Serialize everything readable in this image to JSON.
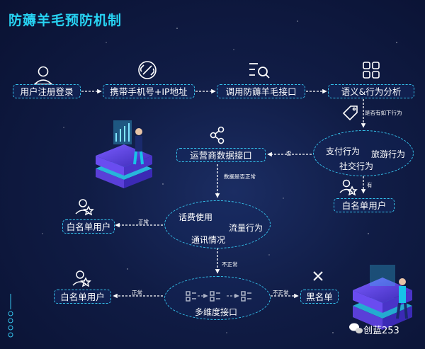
{
  "title": "防薅羊毛预防机制",
  "nodes": {
    "register": "用户注册登录",
    "phone_ip": "携带手机号+IP地址",
    "call_api": "调用防薅羊毛接口",
    "semantic": "语义&行为分析",
    "carrier": "运营商数据接口",
    "whitelist1": "白名单用户",
    "whitelist2": "白名单用户",
    "whitelist3": "白名单用户",
    "blacklist": "黑名单"
  },
  "ellipse_behaviors": {
    "pay": "支付行为",
    "travel": "旅游行为",
    "social": "社交行为"
  },
  "ellipse_carrier": {
    "fee": "话费使用",
    "traffic": "流量行为",
    "comm": "通讯情况"
  },
  "ellipse_multi": {
    "label": "多维度接口"
  },
  "edge_labels": {
    "has_behavior": "是否有如下行为",
    "no": "否",
    "yes": "有",
    "data_normal": "数据是否正常",
    "normal1": "正常",
    "abnormal1": "不正常",
    "normal2": "正常",
    "abnormal2": "不正常"
  },
  "watermark": "创蓝253",
  "colors": {
    "accent": "#35c5ee",
    "title": "#27d3f3",
    "text": "#ffffff"
  }
}
